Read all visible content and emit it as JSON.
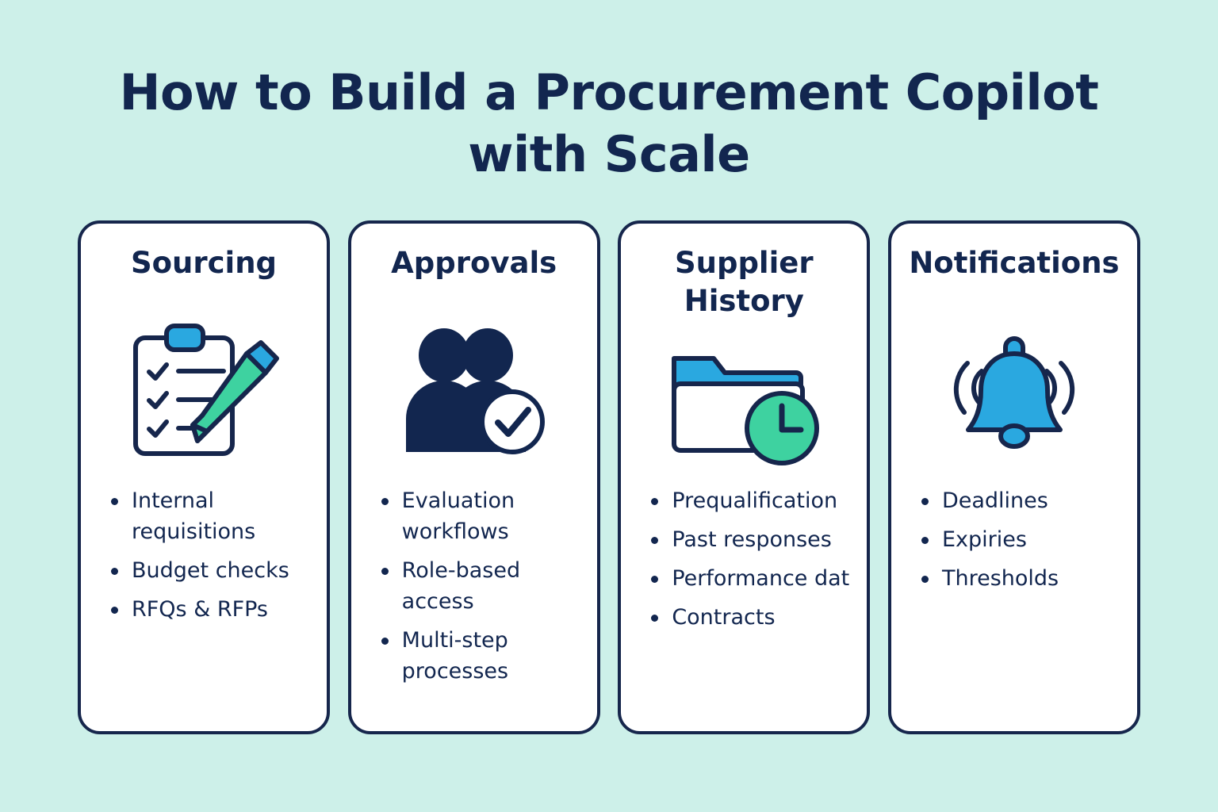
{
  "background_color": "#cdf0e9",
  "title": {
    "line1": "How to Build a Procurement Copilot",
    "line2": "with Scale",
    "color": "#12264f"
  },
  "palette": {
    "navy": "#12264f",
    "outline": "#16264c",
    "blue": "#2aa8e0",
    "green": "#3ed2a0",
    "card_bg": "#ffffff"
  },
  "cards": [
    {
      "title": "Sourcing",
      "icon": "clipboard-checklist-pencil-icon",
      "bullets": [
        "Internal requisitions",
        "Budget checks",
        "RFQs & RFPs"
      ]
    },
    {
      "title": "Approvals",
      "icon": "two-people-check-badge-icon",
      "bullets": [
        "Evaluation workflows",
        "Role-based access",
        "Multi-step processes"
      ]
    },
    {
      "title": "Supplier History",
      "icon": "folder-clock-icon",
      "bullets": [
        "Prequalification",
        "Past responses",
        "Performance dat",
        "Contracts"
      ]
    },
    {
      "title": "Notifications",
      "icon": "ringing-bell-icon",
      "bullets": [
        "Deadlines",
        "Expiries",
        "Thresholds"
      ]
    }
  ]
}
